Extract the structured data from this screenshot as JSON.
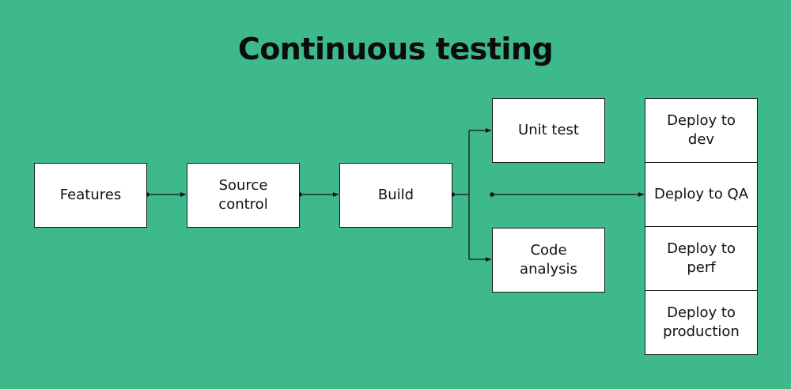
{
  "title": "Continuous testing",
  "nodes": {
    "features": "Features",
    "source_control": "Source control",
    "build": "Build",
    "unit_test": "Unit test",
    "code_analysis": "Code analysis",
    "deploy_dev": "Deploy to dev",
    "deploy_qa": "Deploy to QA",
    "deploy_perf": "Deploy to perf",
    "deploy_production": "Deploy to production"
  },
  "colors": {
    "background": "#3eb98c",
    "box_fill": "#ffffff",
    "line": "#111111"
  }
}
